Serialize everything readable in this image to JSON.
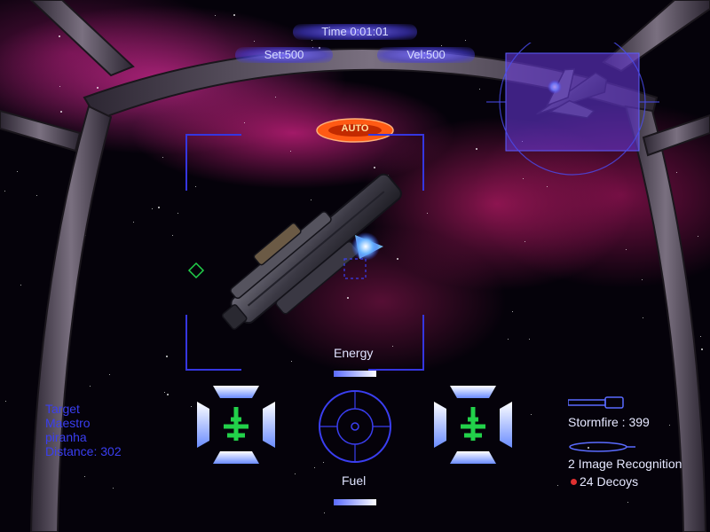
{
  "hud": {
    "time": "Time 0:01:01",
    "set_speed": "Set:500",
    "velocity": "Vel:500",
    "autopilot": "AUTO",
    "energy_label": "Energy",
    "fuel_label": "Fuel"
  },
  "target": {
    "line1": "Target",
    "line2": "Maestro",
    "line3": "piranha",
    "distance": "Distance:  302"
  },
  "weapons": {
    "primary": "Stormfire : 399",
    "secondary": "2 Image Recognition",
    "decoys": "24 Decoys"
  },
  "colors": {
    "hud_blue": "#3a3ef0",
    "hud_light": "#dfe3ff",
    "auto_orange": "#ff5a14",
    "gauge_green": "#22d14a",
    "decoy_red": "#e03030"
  }
}
